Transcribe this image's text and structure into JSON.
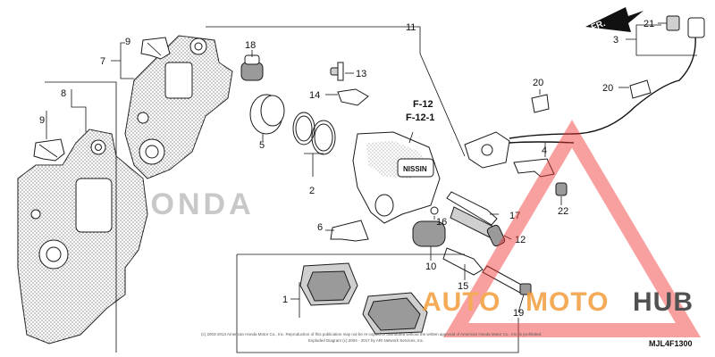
{
  "callouts": {
    "c1": "1",
    "c2": "2",
    "c3": "3",
    "c4": "4",
    "c5": "5",
    "c6": "6",
    "c7": "7",
    "c8": "8",
    "c9a": "9",
    "c9b": "9",
    "c10": "10",
    "c11": "11",
    "c12": "12",
    "c13": "13",
    "c14": "14",
    "c15": "15",
    "c16": "16",
    "c17": "17",
    "c18": "18",
    "c19": "19",
    "c20a": "20",
    "c20b": "20",
    "c21": "21",
    "c22": "22"
  },
  "refs": {
    "r1": "F-12",
    "r2": "F-12-1"
  },
  "direction": "FR.",
  "caliper_logo": "NISSIN",
  "background_brand": "HONDA",
  "diagram_code": "MJL4F1300",
  "watermark": {
    "left": "AUTO",
    "middle": "MOTO",
    "right": "HUB",
    "color_accent": "#f39c3a",
    "color_dark": "#333333",
    "color_triangle": "#ee3333"
  },
  "copyright": {
    "line1": "(c) 2003-2013 American Honda Motor Co., Inc. Reproduction of this publication may not be re-copied or distributed without the written approval of American Honda Motor Co., Inc. is prohibited.",
    "line2": "Exploded Diagram (c) 2004 - 2017 by ARI Network Services, Inc."
  }
}
